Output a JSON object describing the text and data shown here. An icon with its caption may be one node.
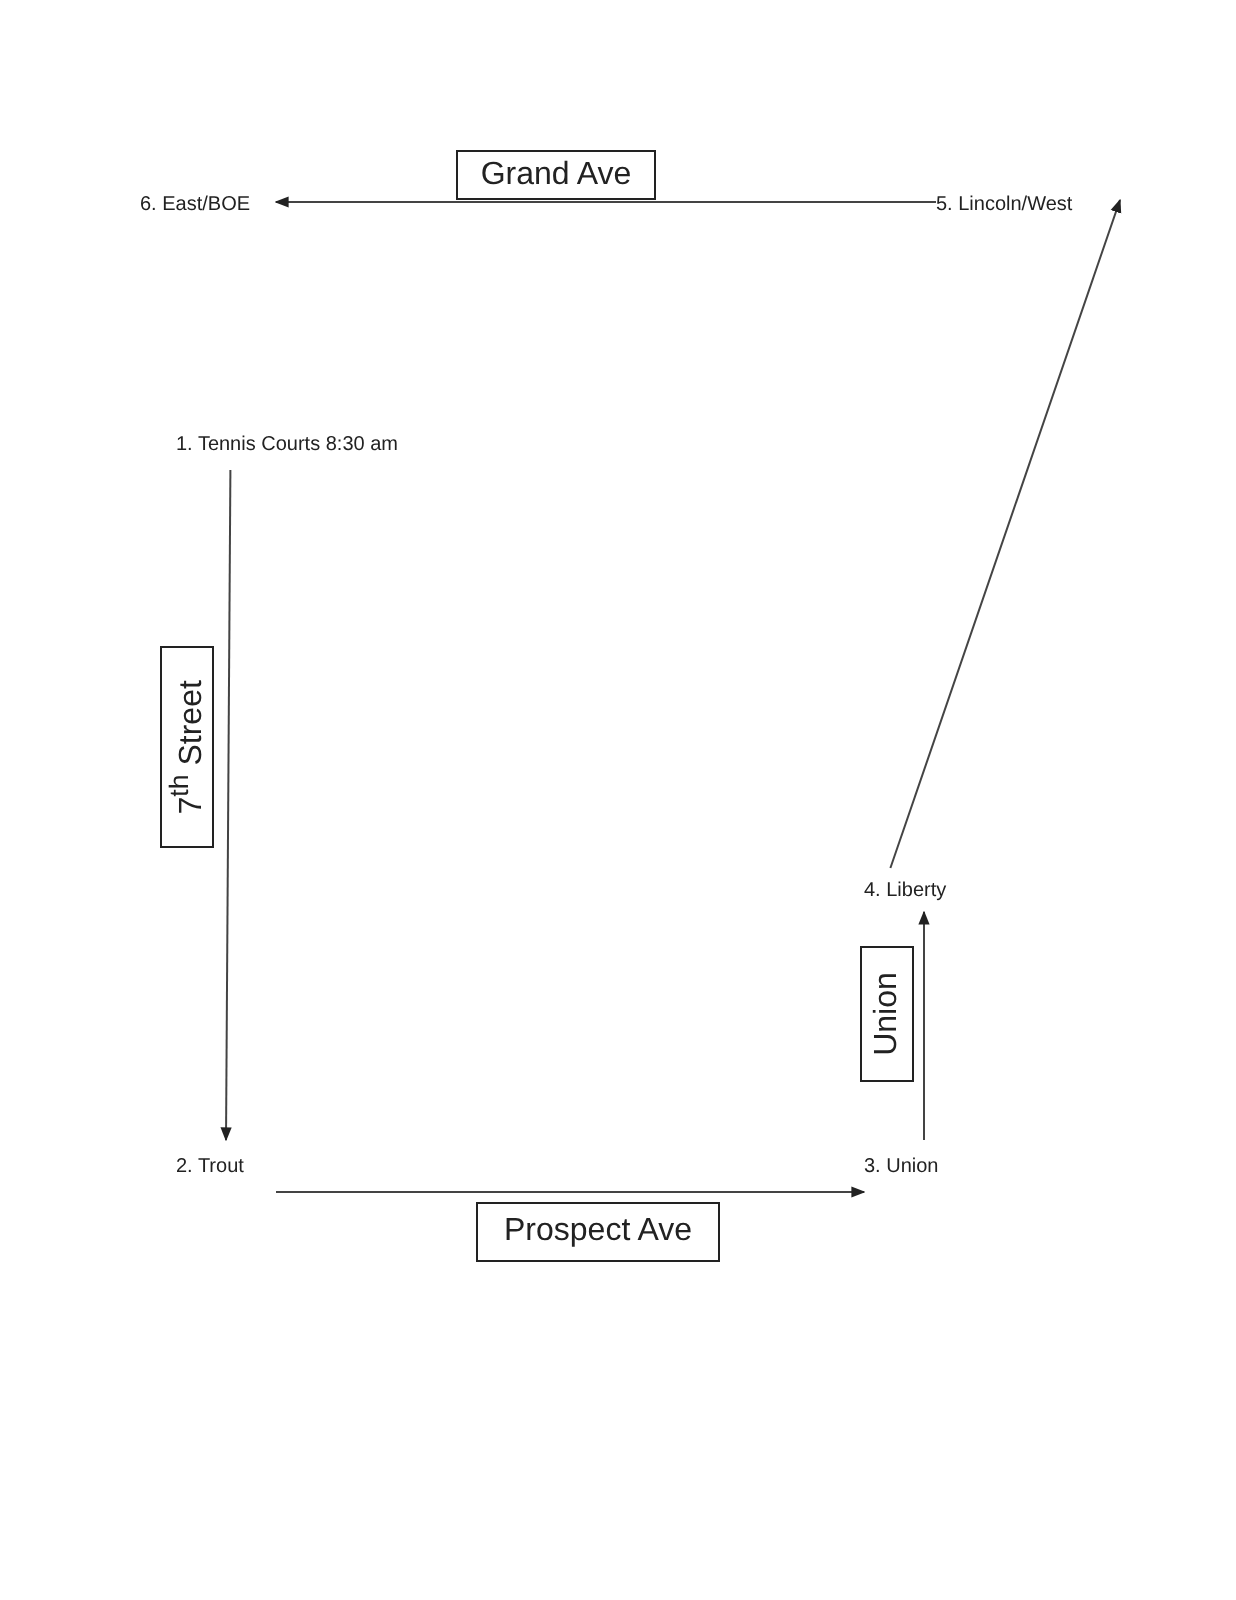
{
  "diagram": {
    "nodes": [
      {
        "text": [
          "1. Tennis Courts 8:30 am"
        ]
      },
      {
        "text": [
          "2. Trout"
        ]
      },
      {
        "text": [
          "3. Union"
        ]
      },
      {
        "text": [
          "4. Liberty"
        ]
      },
      {
        "text": [
          "5. Lincoln/West"
        ]
      },
      {
        "text": [
          "6. East/BOE"
        ]
      },
      {
        "text": [
          "Grand Ave"
        ]
      },
      {
        "text": [
          "7$^{th}$ Street"
        ]
      },
      {
        "text": [
          "Union"
        ]
      },
      {
        "text": [
          "Prospect Ave"
        ]
      }
    ],
    "edges": [
      {
        "from": 0,
        "to": 1,
        "arrow": "to"
      },
      {
        "from": 1,
        "to": 2,
        "arrow": "to"
      },
      {
        "from": 2,
        "to": 3,
        "arrow": "to"
      },
      {
        "from": 3,
        "to": 4,
        "arrow": "to"
      },
      {
        "from": 4,
        "to": 5,
        "arrow": "to"
      }
    ]
  }
}
